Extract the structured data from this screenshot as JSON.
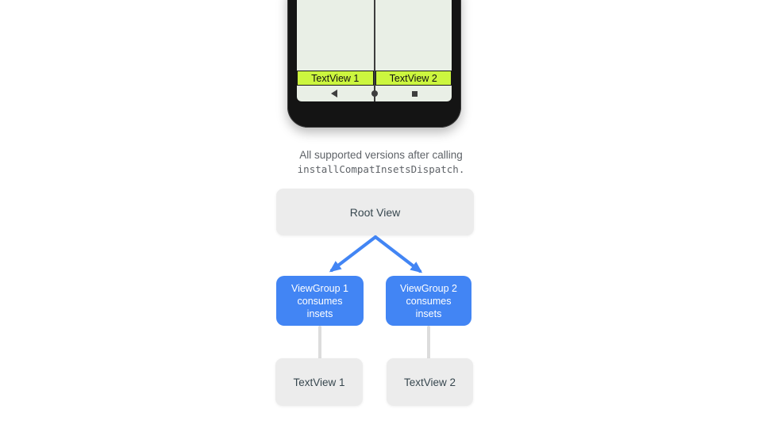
{
  "colors": {
    "accent_blue": "#4285f4",
    "node_gray": "#ececec",
    "node_text": "#37474f",
    "caption_gray": "#5f6368",
    "highlight_green": "#ccf63f",
    "screen_bg": "#e9efe6",
    "connector_gray": "#dcdcdc",
    "phone_black": "#141414",
    "nav_icon_gray": "#3e3e3e",
    "divider_dark": "#3d3d3d"
  },
  "phone": {
    "screen_labels": [
      {
        "label": "TextView 1"
      },
      {
        "label": "TextView 2"
      }
    ],
    "nav": {
      "back_icon": "back-triangle",
      "home_icon": "home-circle",
      "recents_icon": "recents-square"
    }
  },
  "caption": {
    "line1": "All supported versions after calling",
    "line2": "installCompatInsetsDispatch."
  },
  "diagram": {
    "root_label": "Root View",
    "children": [
      {
        "lines": [
          "ViewGroup 1",
          "consumes",
          "insets"
        ]
      },
      {
        "lines": [
          "ViewGroup 2",
          "consumes",
          "insets"
        ]
      }
    ],
    "leaves": [
      {
        "label": "TextView 1"
      },
      {
        "label": "TextView 2"
      }
    ]
  }
}
